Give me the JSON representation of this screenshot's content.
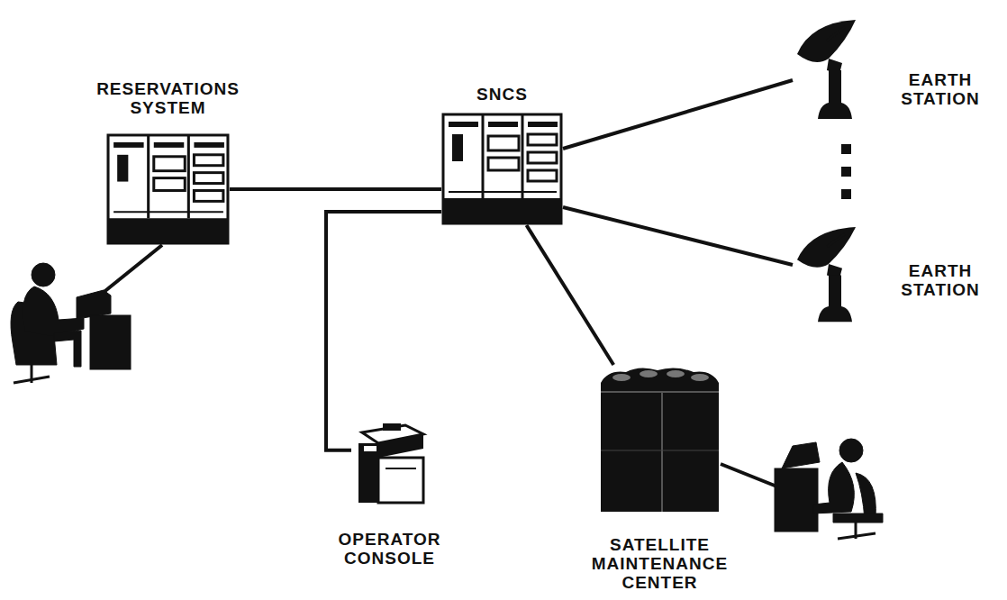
{
  "diagram": {
    "nodes": [
      {
        "text": [
          "RESERVATIONS SYSTEM"
        ]
      },
      {
        "text": [
          "SNCS"
        ]
      },
      {
        "text": [
          "EARTH STATION"
        ]
      },
      {
        "text": [
          "EARTH STATION"
        ]
      },
      {
        "text": [
          "OPERATOR CONSOLE"
        ]
      },
      {
        "text": [
          "SATELLITE MAINTENANCE CENTER"
        ]
      }
    ],
    "edges": [
      {
        "from": 0,
        "to": 1,
        "arrow": "none"
      },
      {
        "from": 1,
        "to": 2,
        "arrow": "none"
      },
      {
        "from": 1,
        "to": 3,
        "arrow": "none"
      },
      {
        "from": 1,
        "to": 4,
        "arrow": "none"
      },
      {
        "from": 1,
        "to": 5,
        "arrow": "none"
      }
    ]
  }
}
